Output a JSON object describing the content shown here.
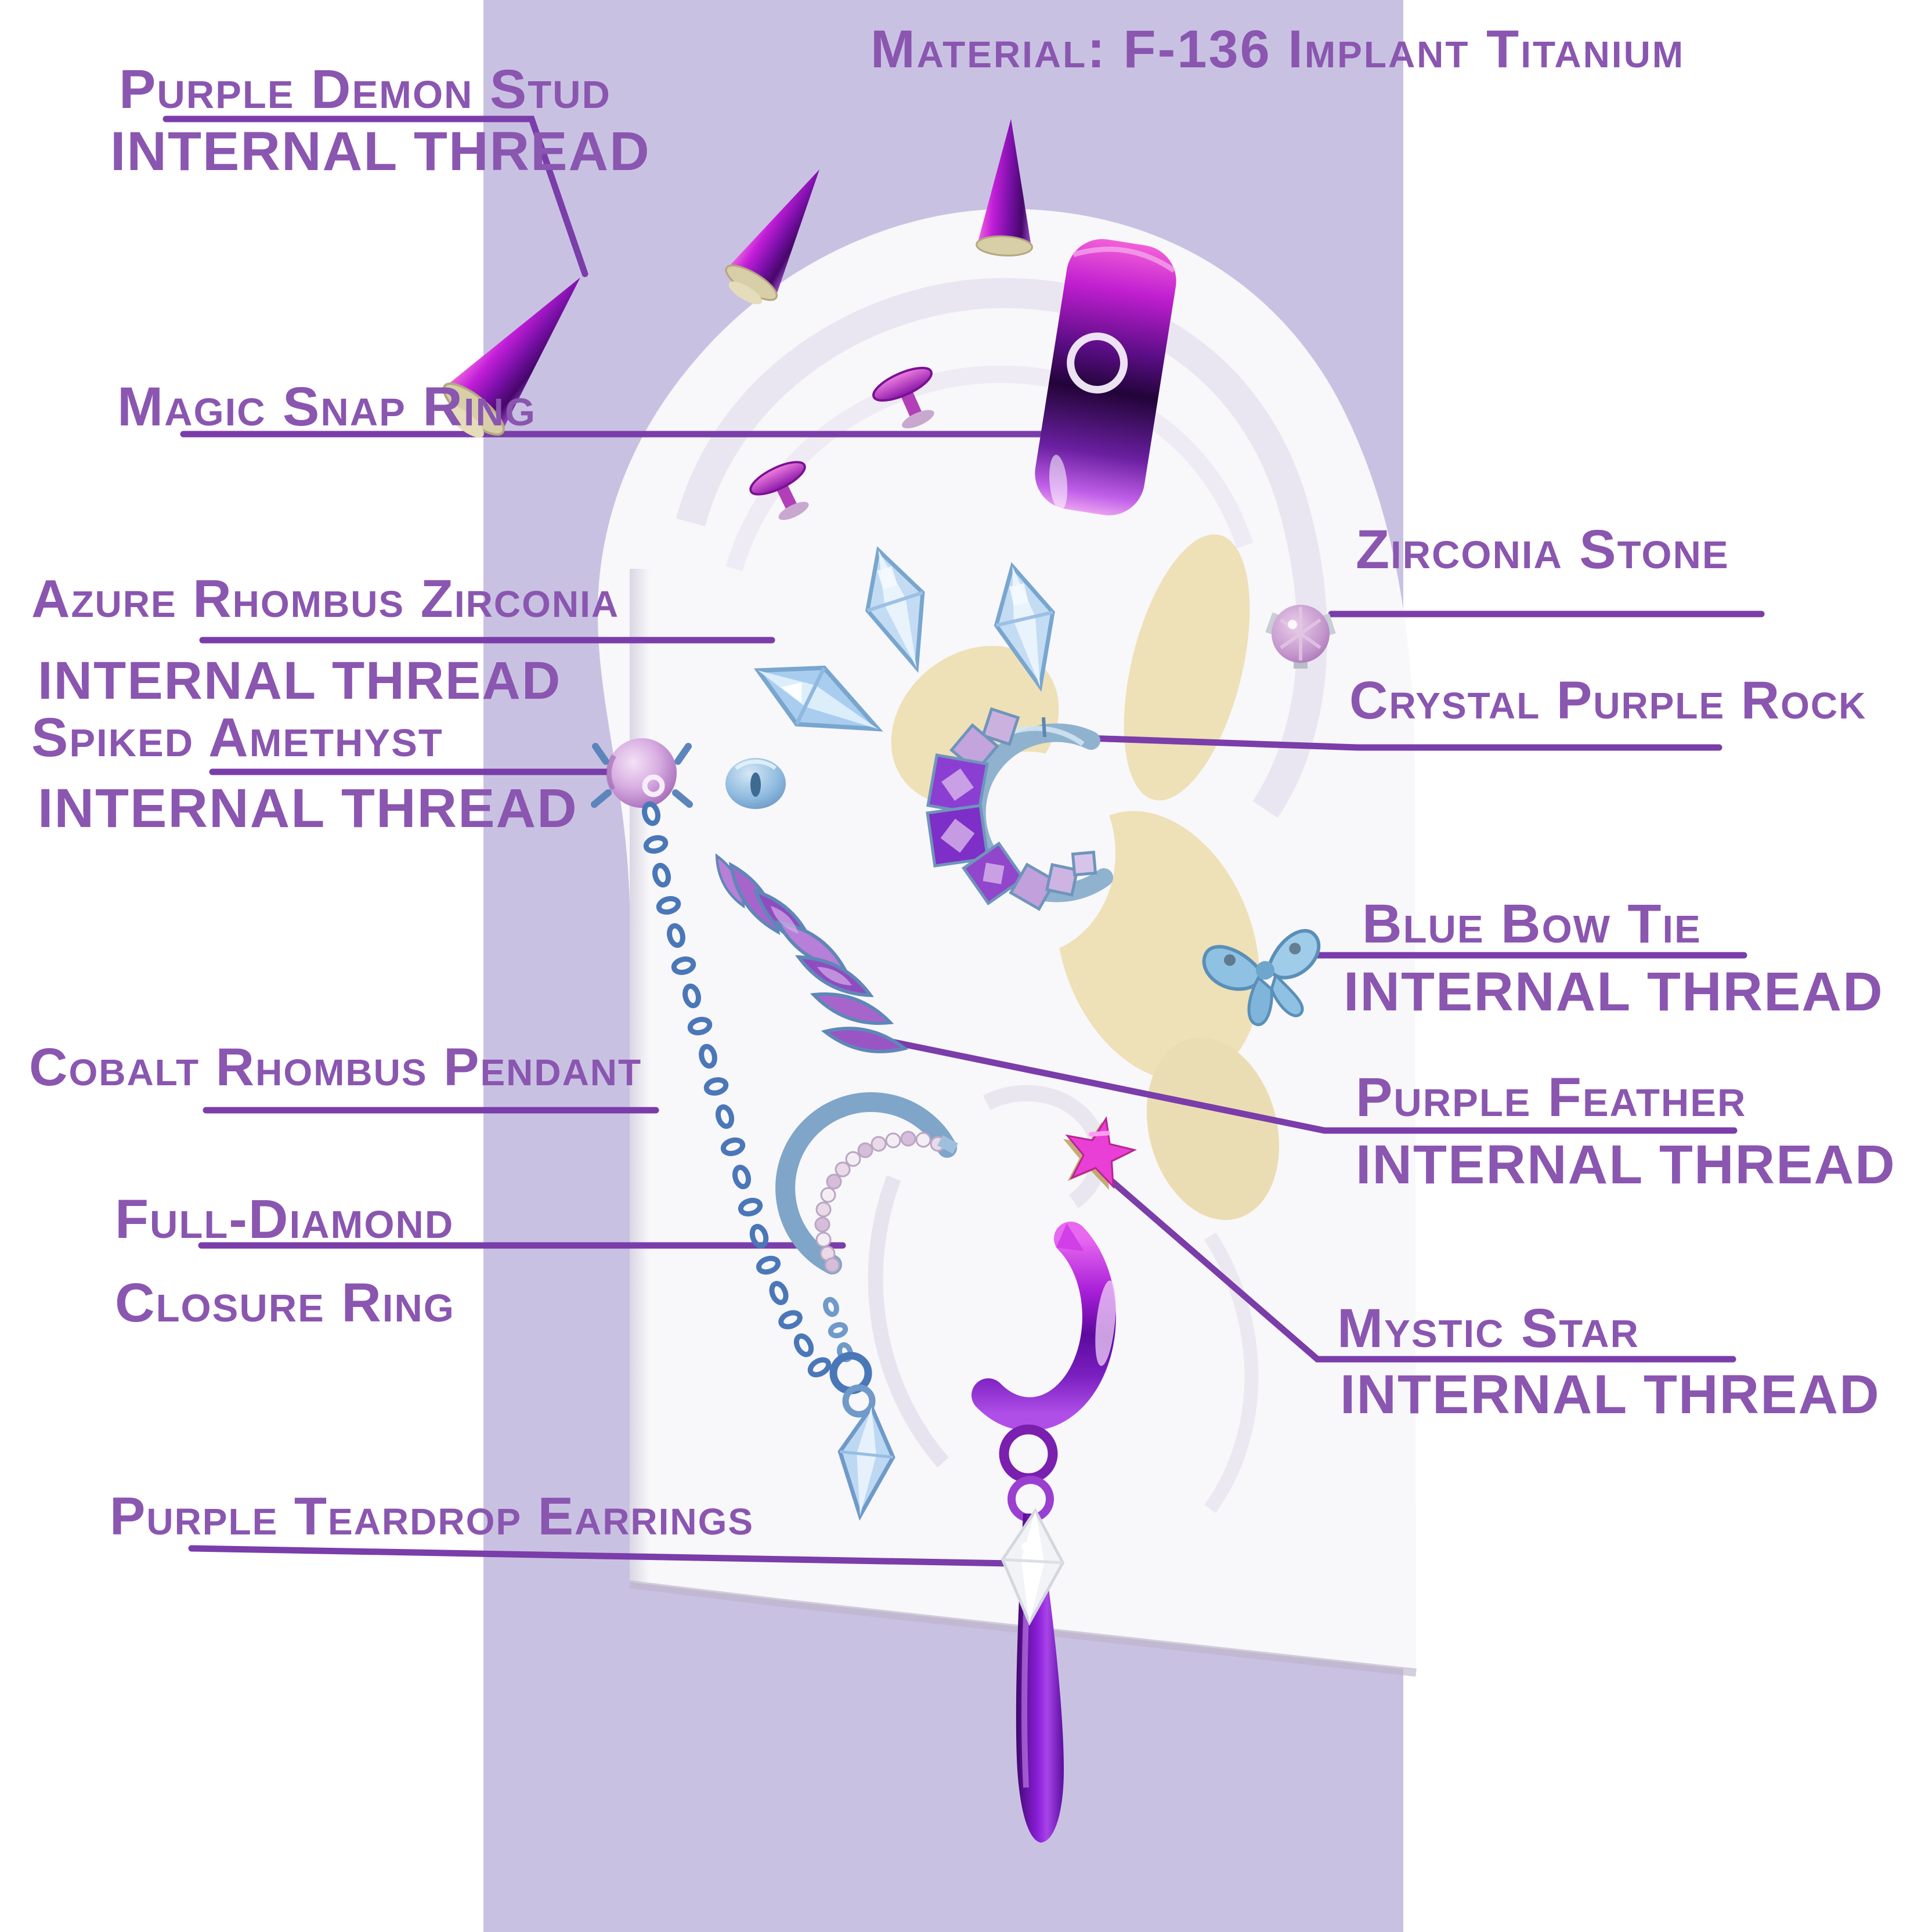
{
  "title": "Material: F-136 Implant Titanium",
  "labels": {
    "purple_demon_stud": {
      "line1": "Purple Demon Stud",
      "line2": "INTERNAL THREAD"
    },
    "magic_snap_ring": {
      "line1": "Magic Snap Ring"
    },
    "azure_rhombus": {
      "line1": "Azure Rhombus Zirconia",
      "line2": "INTERNAL THREAD"
    },
    "spiked_amethyst": {
      "line1": "Spiked Amethyst",
      "line2": "INTERNAL THREAD"
    },
    "cobalt_pendant": {
      "line1": "Cobalt Rhombus Pendant"
    },
    "full_diamond": {
      "line1": "Full-Diamond",
      "line2": "Closure Ring"
    },
    "purple_teardrop": {
      "line1": "Purple Teardrop Earrings"
    },
    "zirconia_stone": {
      "line1": "Zirconia Stone"
    },
    "crystal_purple_rock": {
      "line1": "Crystal Purple Rock"
    },
    "blue_bow_tie": {
      "line1": "Blue Bow Tie",
      "line2": "INTERNAL THREAD"
    },
    "purple_feather": {
      "line1": "Purple Feather",
      "line2": "INTERNAL THREAD"
    },
    "mystic_star": {
      "line1": "Mystic Star",
      "line2": "INTERNAL THREAD"
    }
  },
  "colors": {
    "page_background": "#ffffff",
    "lavender_band": "#c9c1e2",
    "label_text": "#8a56b0",
    "leader_line": "#7a3da9",
    "ear_white": "#f8f7fa",
    "concha_gold": "#ecdcab",
    "jewelry_purple": "#8a1fd0",
    "jewelry_blue": "#6f9ac9",
    "star_magenta": "#e93fd6"
  }
}
